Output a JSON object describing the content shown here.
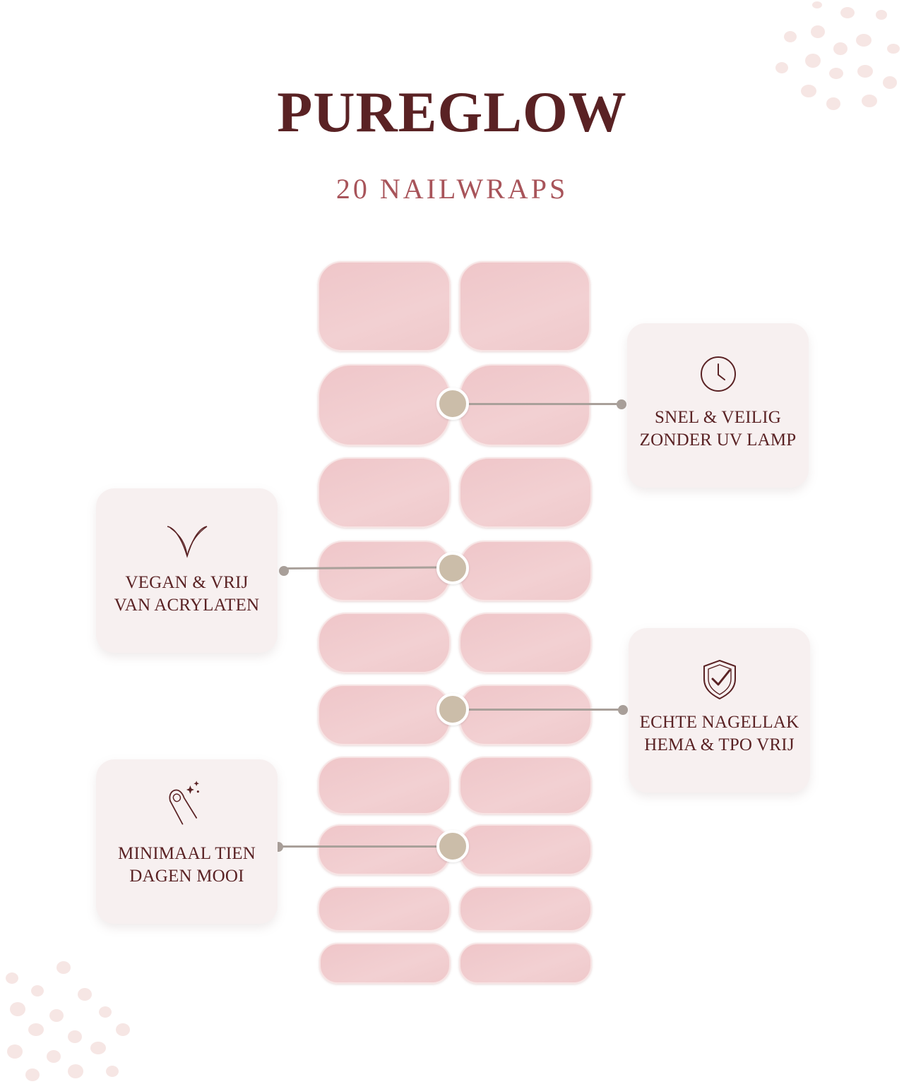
{
  "header": {
    "title": "PUREGLOW",
    "subtitle": "20 NAILWRAPS"
  },
  "colors": {
    "title": "#5a2224",
    "subtitle": "#a8545a",
    "nail_wrap": "#efc6c9",
    "card_background": "#f7f0f0",
    "connector": "#a9a09a",
    "marker": "#cbbda9"
  },
  "features": [
    {
      "icon": "clock-icon",
      "label_line1": "SNEL & VEILIG",
      "label_line2": "ZONDER UV LAMP"
    },
    {
      "icon": "leaf-icon",
      "label_line1": "VEGAN & VRIJ",
      "label_line2": "VAN ACRYLATEN"
    },
    {
      "icon": "shield-check-icon",
      "label_line1": "ECHTE NAGELLAK",
      "label_line2": "HEMA & TPO VRIJ"
    },
    {
      "icon": "sparkle-nail-icon",
      "label_line1": "MINIMAAL TIEN",
      "label_line2": "DAGEN MOOI"
    }
  ]
}
